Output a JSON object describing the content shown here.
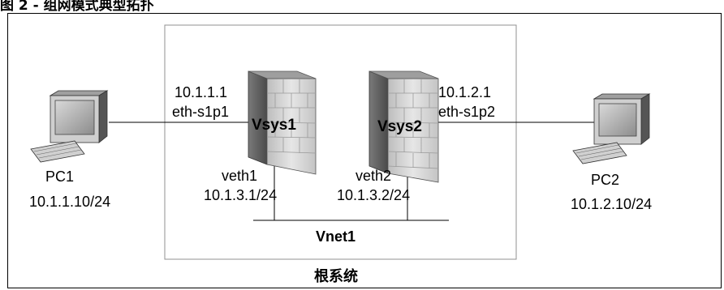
{
  "caption": "图 2 - 组网模式典型拓扑",
  "root_system_label": "根系统",
  "pc1": {
    "name": "PC1",
    "ip": "10.1.1.10/24"
  },
  "pc2": {
    "name": "PC2",
    "ip": "10.1.2.10/24"
  },
  "vsys1": {
    "name": "Vsys1",
    "outer_ip": "10.1.1.1",
    "outer_if": "eth-s1p1",
    "inner_if": "veth1",
    "inner_ip": "10.1.3.1/24"
  },
  "vsys2": {
    "name": "Vsys2",
    "outer_ip": "10.1.2.1",
    "outer_if": "eth-s1p2",
    "inner_if": "veth2",
    "inner_ip": "10.1.3.2/24"
  },
  "vnet": {
    "name": "Vnet1"
  }
}
